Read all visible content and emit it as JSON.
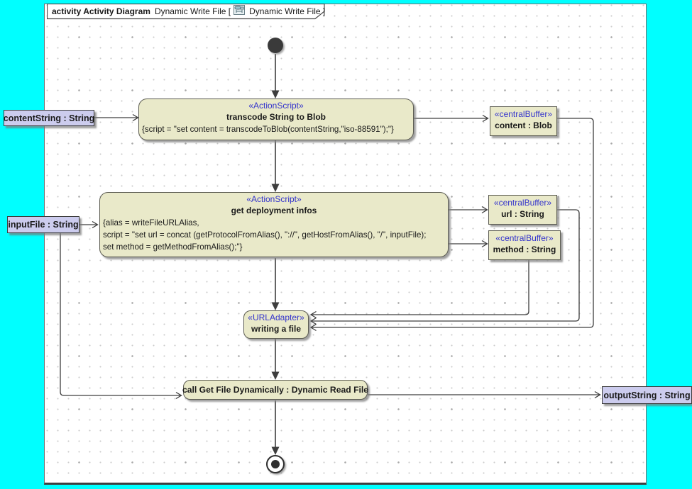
{
  "colors": {
    "canvas_background": "#00ffff",
    "node_fill": "#e9e9c9",
    "stereotype_text": "#3434cc",
    "pin_fill": "#ccccee",
    "flow_line": "#3d3d3d"
  },
  "frame_header": {
    "kind": "activity Activity Diagram",
    "diagram_name": "Dynamic Write File [",
    "diagram_ref": "Dynamic Write File ]",
    "icon": "activity-diagram-icon"
  },
  "nodes": {
    "initial": {
      "kind": "initial-node"
    },
    "final": {
      "kind": "activity-final-node"
    },
    "action_transcode": {
      "stereotype": "«ActionScript»",
      "name": "transcode String to Blob",
      "body": "{script = \"set content = transcodeToBlob(contentString,\"iso-88591\");\"}"
    },
    "action_deployment": {
      "stereotype": "«ActionScript»",
      "name": "get deployment infos",
      "body_lines": [
        "{alias = writeFileURLAlias,",
        "script = \"set url = concat (getProtocolFromAlias(), \"://\", getHostFromAlias(), \"/\", inputFile);",
        "set method = getMethodFromAlias();\"}"
      ]
    },
    "buffer_content": {
      "stereotype": "«centralBuffer»",
      "name": "content : Blob"
    },
    "buffer_url": {
      "stereotype": "«centralBuffer»",
      "name": "url : String"
    },
    "buffer_method": {
      "stereotype": "«centralBuffer»",
      "name": "method : String"
    },
    "adapter_writing": {
      "stereotype": "«URLAdapter»",
      "name": "writing a file"
    },
    "call_behavior": {
      "name": "call Get File Dynamically : Dynamic Read File"
    },
    "param_content_string": {
      "name": "contentString : String"
    },
    "param_input_file": {
      "name": "inputFile : String"
    },
    "param_output_string": {
      "name": "outputString : String"
    }
  }
}
